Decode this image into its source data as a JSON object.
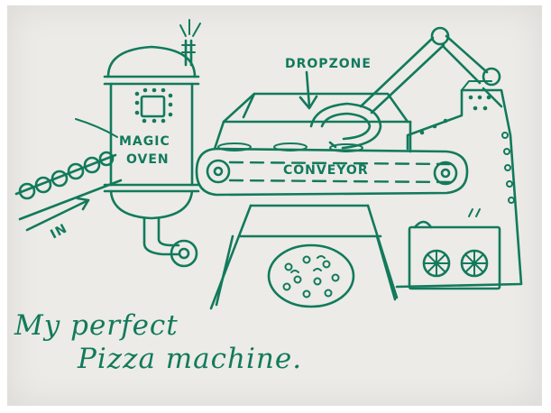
{
  "diagram": {
    "labels": {
      "magic_line1": "MAGIC",
      "magic_line2": "OVEN",
      "drop_zone": "DROPZONE",
      "conveyor": "CONVEYOR",
      "in": "IN"
    },
    "caption_line1": "My perfect",
    "caption_line2": "Pizza machine."
  },
  "colors": {
    "ink": "#127a5c",
    "paper": "#ecebe7"
  }
}
